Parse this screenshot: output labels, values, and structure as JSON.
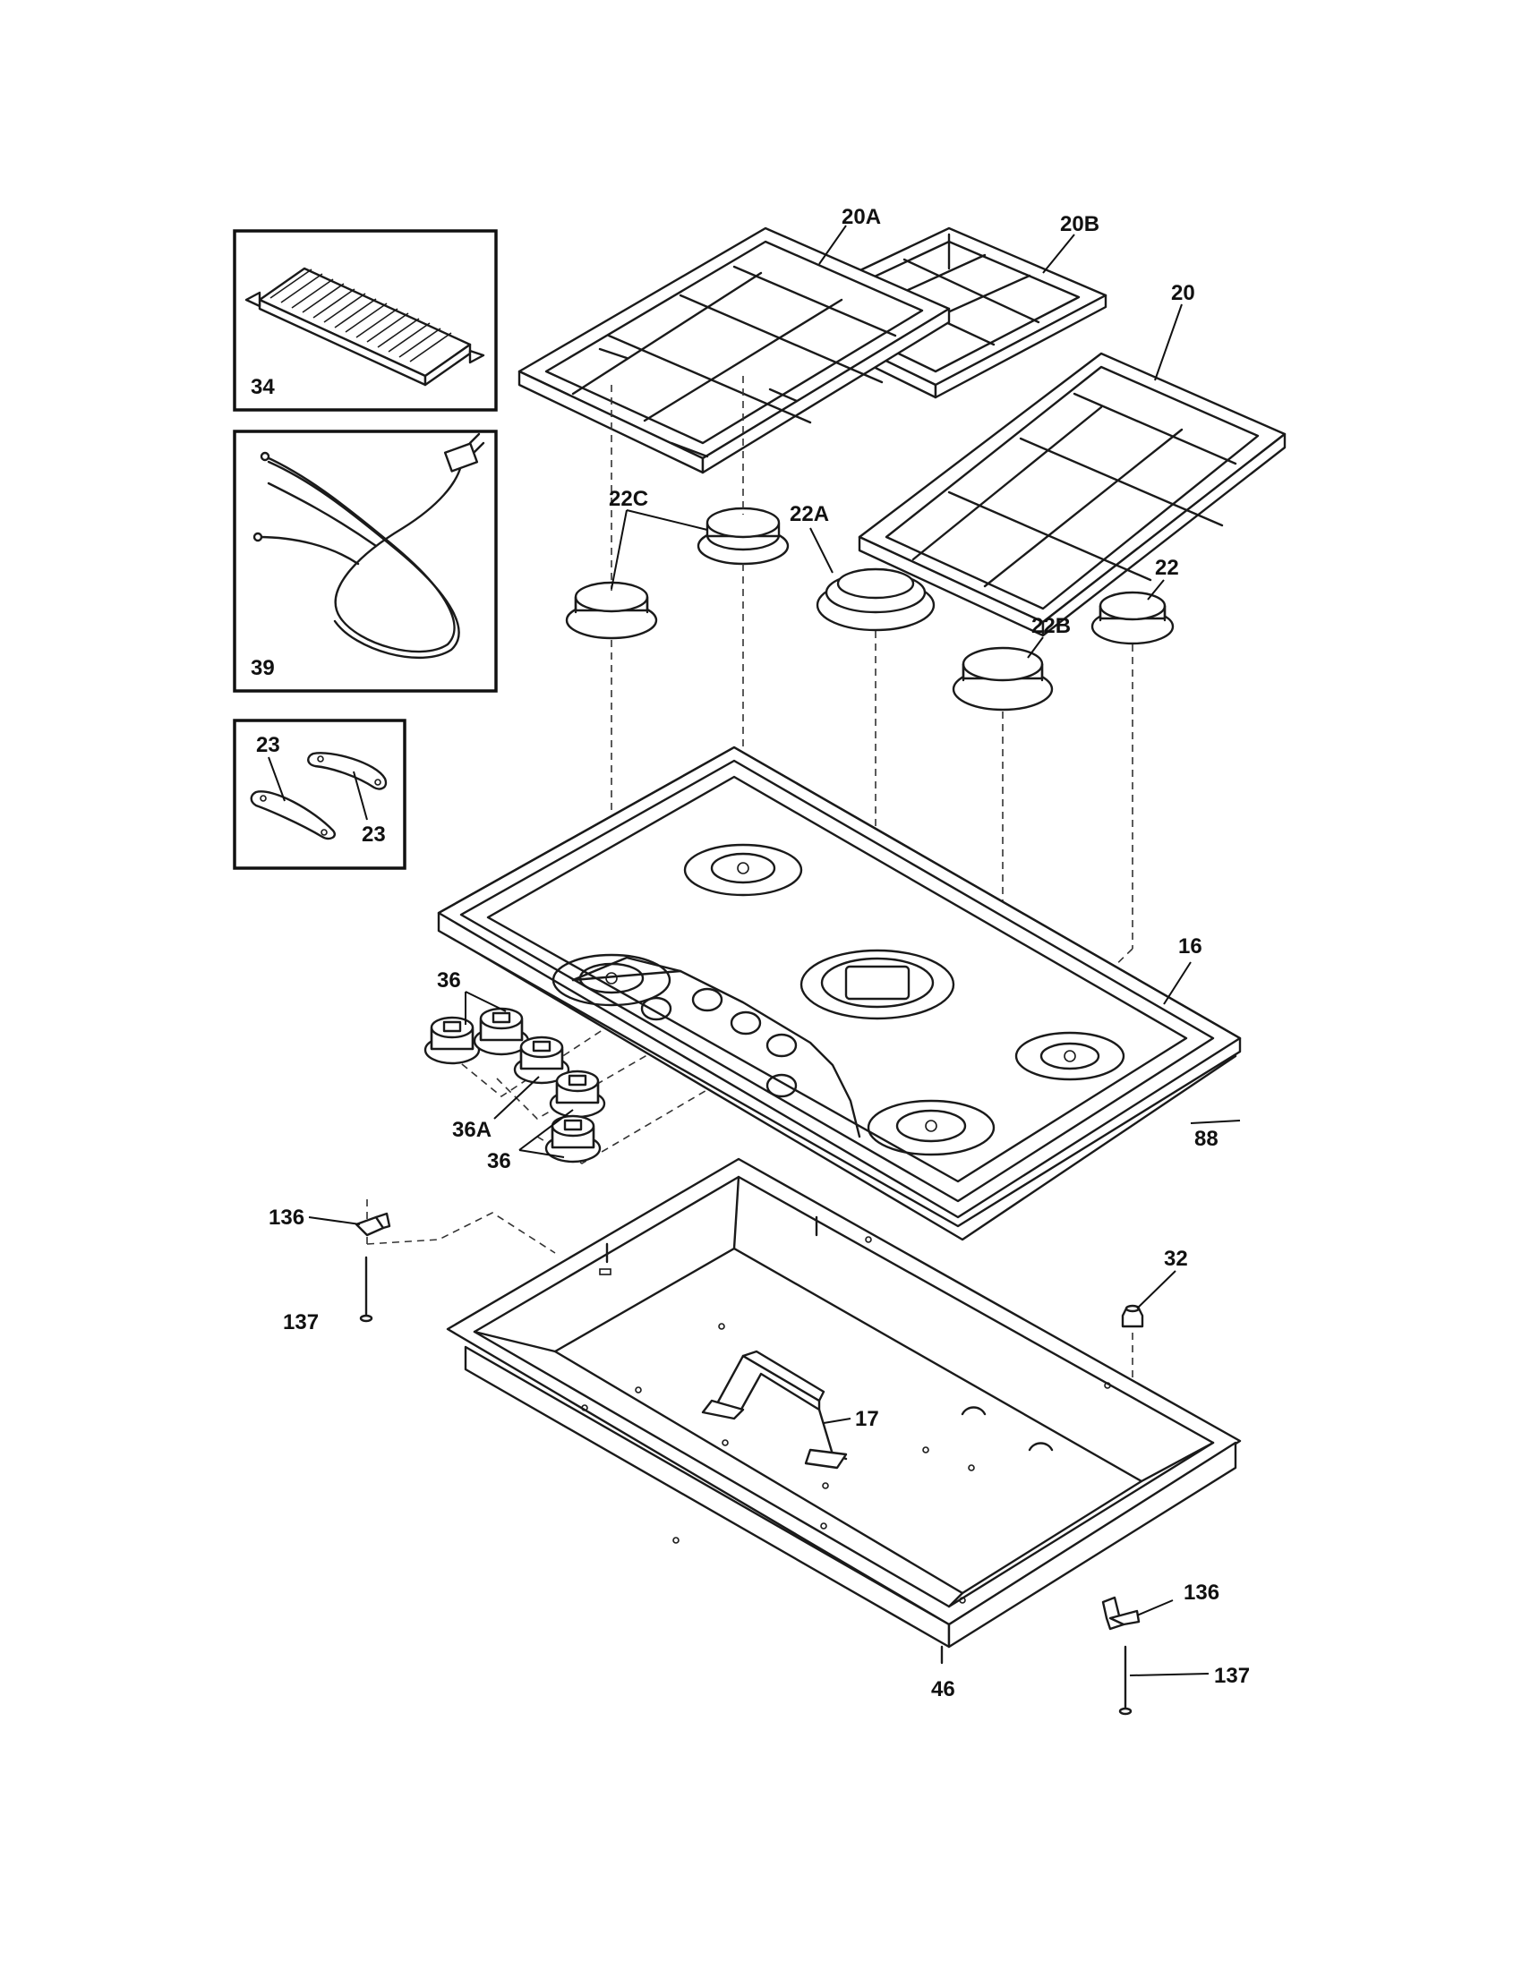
{
  "callouts": {
    "c20A": "20A",
    "c20B": "20B",
    "c20": "20",
    "c22C": "22C",
    "c22A": "22A",
    "c22": "22",
    "c22B": "22B",
    "c16": "16",
    "c36top": "36",
    "c36A": "36A",
    "c36bot": "36",
    "c88": "88",
    "c136left": "136",
    "c137left": "137",
    "c32": "32",
    "c17": "17",
    "c136right": "136",
    "c137right": "137",
    "c46": "46"
  },
  "insets": {
    "griddle": "34",
    "power_cord": "39",
    "clip_a": "23",
    "clip_b": "23"
  }
}
